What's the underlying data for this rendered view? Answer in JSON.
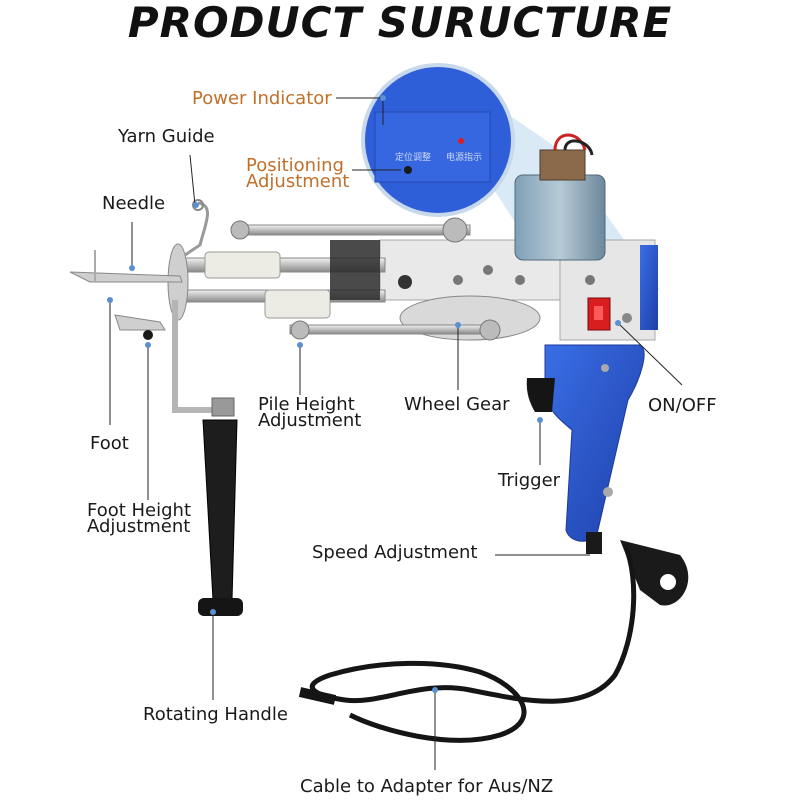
{
  "title": "PRODUCT SURUCTURE",
  "labels": {
    "power_indicator": "Power Indicator",
    "positioning_line1": "Positioning",
    "positioning_line2": "Adjustment",
    "yarn_guide": "Yarn Guide",
    "needle": "Needle",
    "foot": "Foot",
    "foot_height_line1": "Foot Height",
    "foot_height_line2": "Adjustment",
    "pile_height_line1": "Pile Height",
    "pile_height_line2": "Adjustment",
    "wheel_gear": "Wheel  Gear",
    "on_off": "ON/OFF",
    "trigger": "Trigger",
    "speed_adjustment": "Speed Adjustment",
    "rotating_handle": "Rotating Handle",
    "cable": "Cable to Adapter for Aus/NZ"
  },
  "colors": {
    "accent_orange": "#c0702a",
    "body_blue": "#2d55c8",
    "switch_red": "#d81e1e"
  }
}
